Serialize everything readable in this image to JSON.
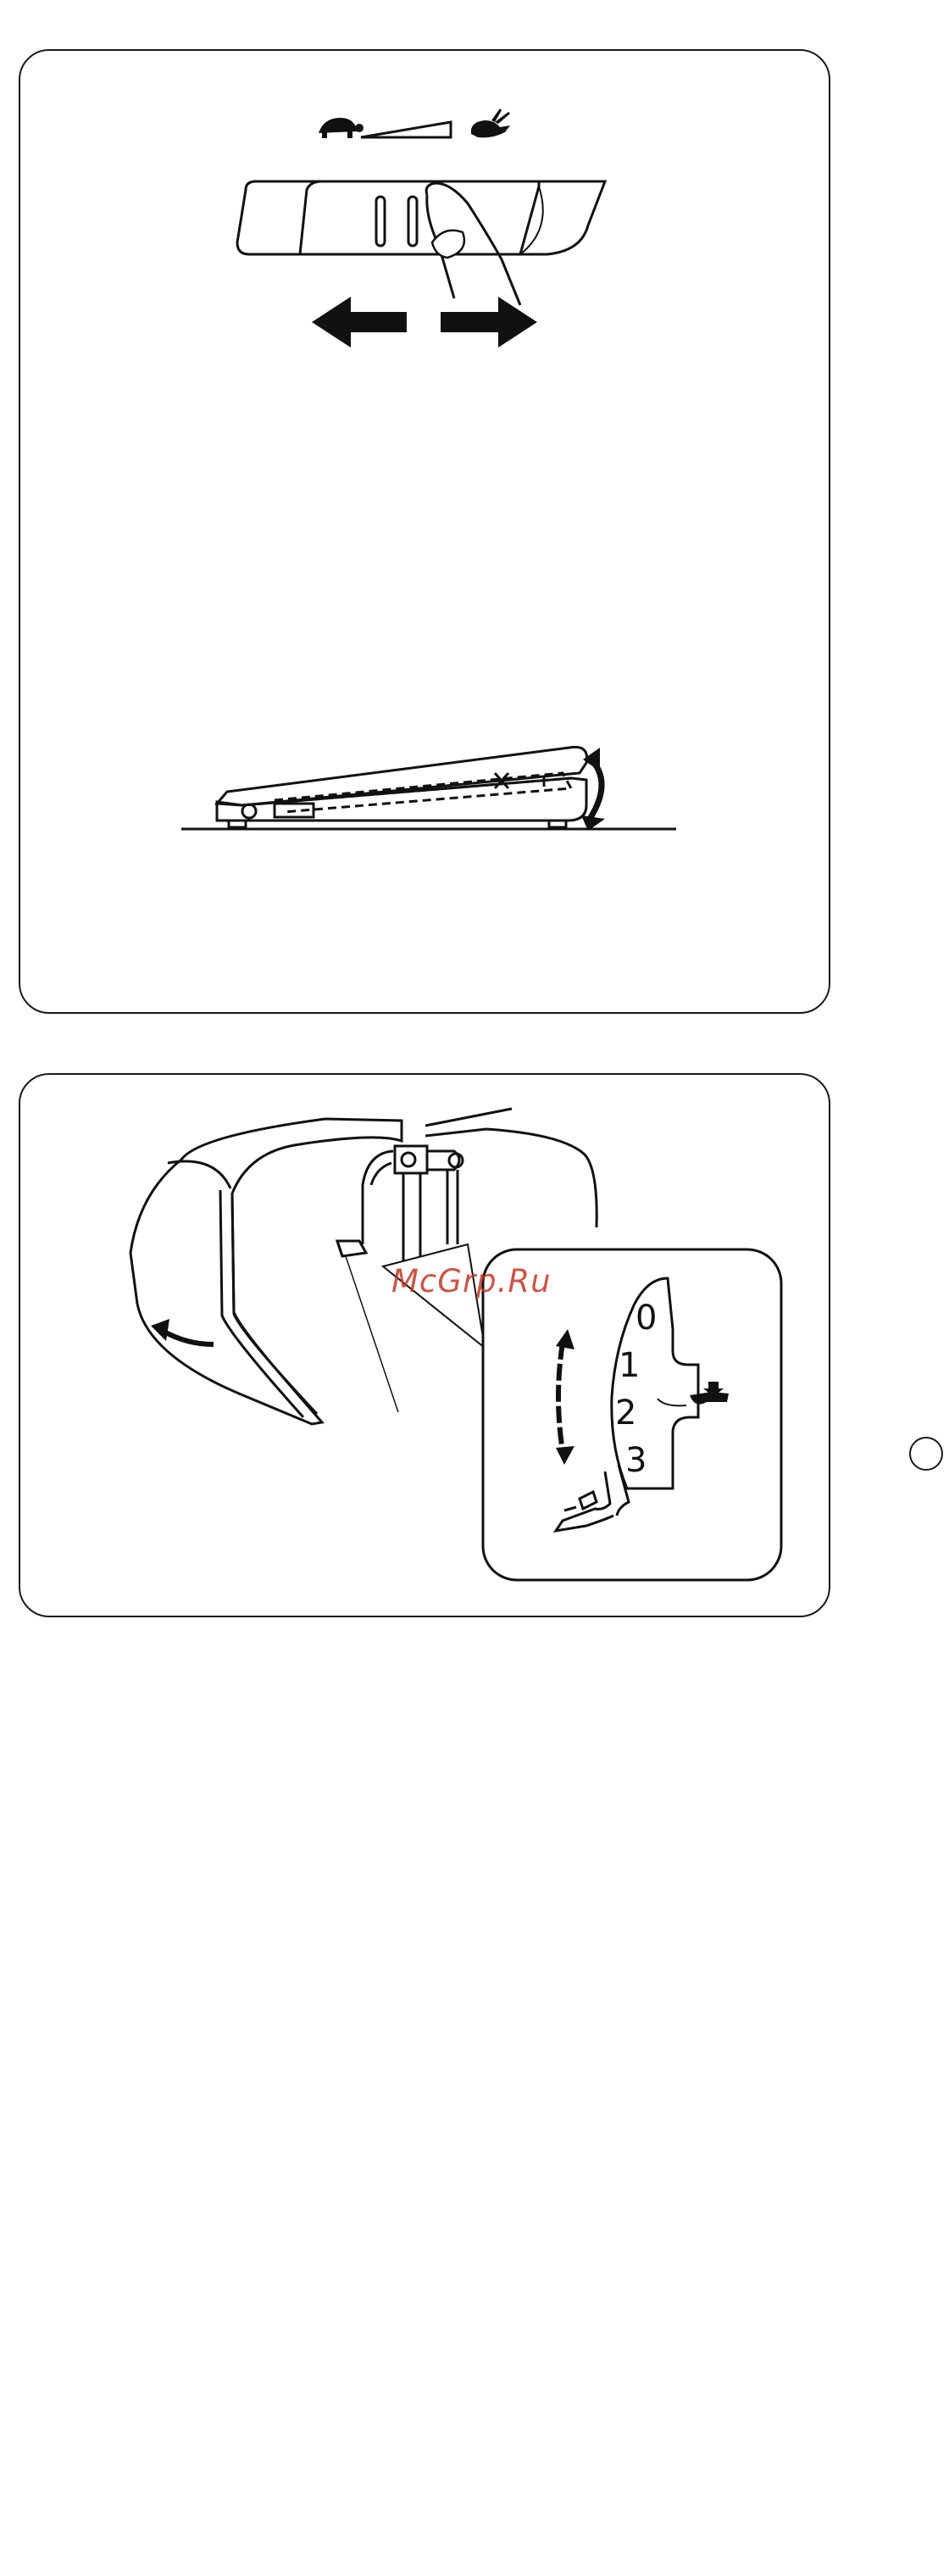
{
  "watermark": {
    "text": "McGrp.Ru"
  },
  "pressure_dial": {
    "settings": [
      "0",
      "1",
      "2",
      "3"
    ]
  },
  "colors": {
    "line": "#1a1a1a",
    "watermark": "#c0392b",
    "background": "#ffffff"
  },
  "icons": {
    "slow": "turtle-icon",
    "fast": "rabbit-icon"
  }
}
